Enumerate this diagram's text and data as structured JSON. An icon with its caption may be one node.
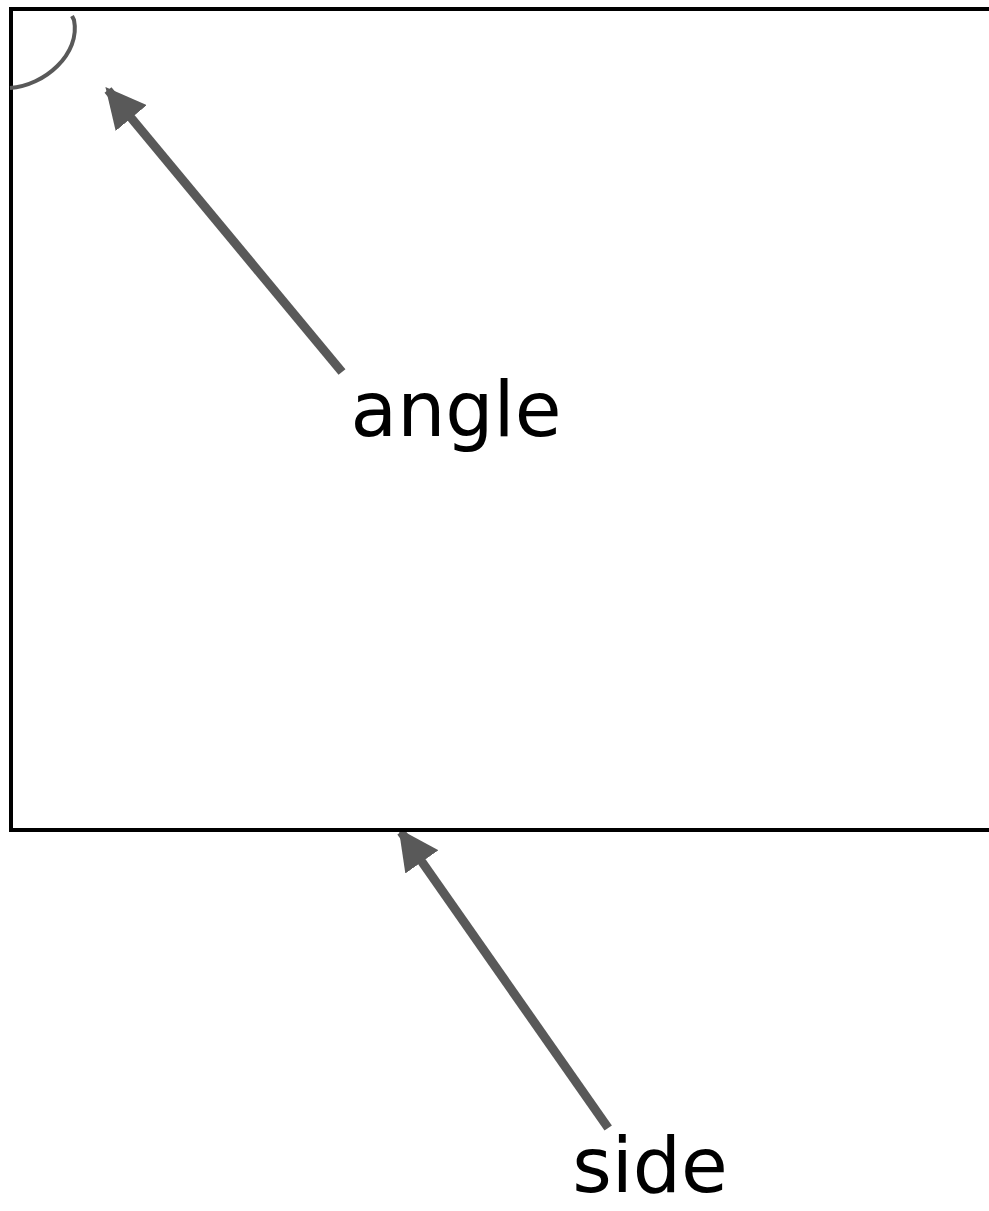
{
  "diagram": {
    "nodes": [
      {
        "text": [],
        "shape": "box"
      },
      {
        "text": [],
        "shape": "arc",
        "in": 0
      },
      {
        "text": [
          "angle"
        ],
        "in": 0
      },
      {
        "text": [
          "side"
        ]
      }
    ],
    "edges": [
      {
        "from": 2,
        "to": 1,
        "arrow": "to"
      },
      {
        "from": 3,
        "to": 0,
        "arrow": "to"
      }
    ]
  }
}
